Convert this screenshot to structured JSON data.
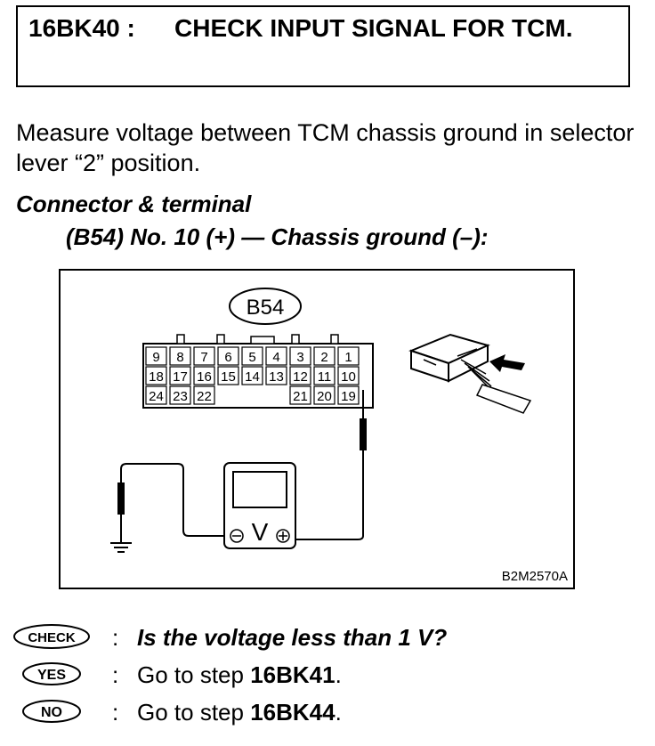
{
  "title": {
    "code": "16BK40 :",
    "text": "CHECK INPUT SIGNAL FOR TCM."
  },
  "instruction": "Measure voltage between TCM chassis ground in selector lever “2” position.",
  "connector": {
    "heading": "Connector & terminal",
    "detail": "(B54) No. 10 (+) — Chassis ground (–):"
  },
  "figure": {
    "connector_label": "B54",
    "figure_code": "B2M2570A",
    "meter_symbol": "V",
    "terminals_row1": [
      "9",
      "8",
      "7",
      "6",
      "5",
      "4",
      "3",
      "2",
      "1"
    ],
    "terminals_row2": [
      "18",
      "17",
      "16",
      "15",
      "14",
      "13",
      "12",
      "11",
      "10"
    ],
    "terminals_row3": [
      "24",
      "23",
      "22",
      "21",
      "20",
      "19"
    ],
    "icons": [
      "voltmeter-icon",
      "ground-symbol-icon",
      "connector-harness-icon",
      "arrow-icon"
    ]
  },
  "checks": [
    {
      "badge": "CHECK",
      "colon": ":",
      "text": "Is the voltage less than 1 V?"
    },
    {
      "badge": "YES",
      "colon": ":",
      "prefix": "Go to step ",
      "step": "16BK41",
      "suffix": "."
    },
    {
      "badge": "NO",
      "colon": ":",
      "prefix": "Go to step ",
      "step": "16BK44",
      "suffix": "."
    }
  ]
}
